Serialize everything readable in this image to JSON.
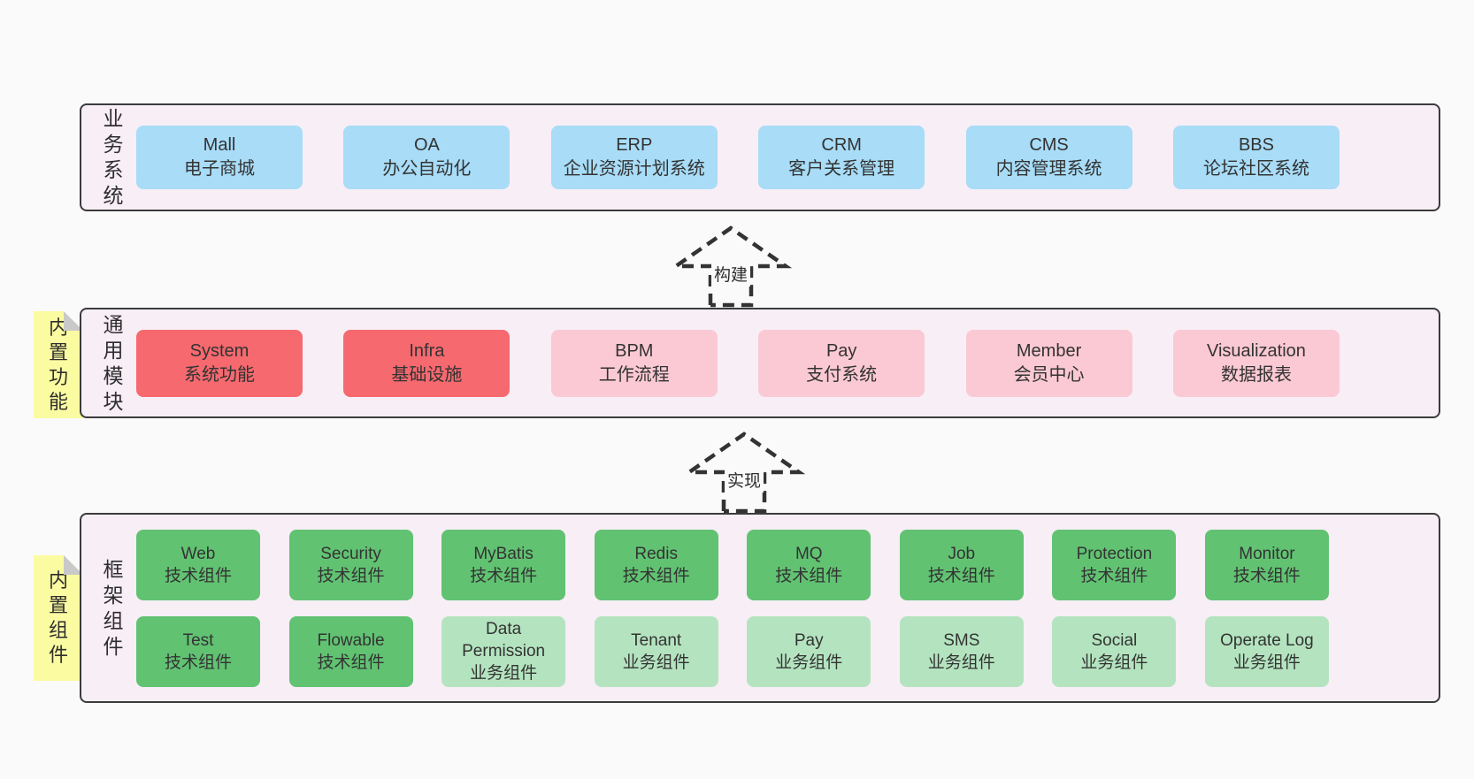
{
  "colors": {
    "page-bg": "#fafafa",
    "band-bg": "#f8eef6",
    "band-border": "#3b3b3b",
    "blue": "#a8dcf7",
    "red": "#f5696f",
    "pink": "#fbc9d4",
    "green": "#61c272",
    "green-light": "#b4e4bf",
    "note-yellow": "#fbfba1",
    "fold-gray": "#c9c9c9",
    "text": "#333333",
    "arrow": "#333333"
  },
  "arrows": [
    {
      "label": "构建"
    },
    {
      "label": "实现"
    }
  ],
  "layers": {
    "business": {
      "label": "业务系统",
      "boxes": [
        {
          "title": "Mall",
          "subtitle": "电子商城",
          "variant": "blue"
        },
        {
          "title": "OA",
          "subtitle": "办公自动化",
          "variant": "blue"
        },
        {
          "title": "ERP",
          "subtitle": "企业资源计划系统",
          "variant": "blue"
        },
        {
          "title": "CRM",
          "subtitle": "客户关系管理",
          "variant": "blue"
        },
        {
          "title": "CMS",
          "subtitle": "内容管理系统",
          "variant": "blue"
        },
        {
          "title": "BBS",
          "subtitle": "论坛社区系统",
          "variant": "blue"
        }
      ]
    },
    "modules": {
      "label": "通用模块",
      "note": "内置功能",
      "boxes": [
        {
          "title": "System",
          "subtitle": "系统功能",
          "variant": "red"
        },
        {
          "title": "Infra",
          "subtitle": "基础设施",
          "variant": "red"
        },
        {
          "title": "BPM",
          "subtitle": "工作流程",
          "variant": "pink"
        },
        {
          "title": "Pay",
          "subtitle": "支付系统",
          "variant": "pink"
        },
        {
          "title": "Member",
          "subtitle": "会员中心",
          "variant": "pink"
        },
        {
          "title": "Visualization",
          "subtitle": "数据报表",
          "variant": "pink"
        }
      ]
    },
    "components": {
      "label": "框架组件",
      "note": "内置组件",
      "rows": [
        [
          {
            "title": "Web",
            "subtitle": "技术组件",
            "variant": "green"
          },
          {
            "title": "Security",
            "subtitle": "技术组件",
            "variant": "green"
          },
          {
            "title": "MyBatis",
            "subtitle": "技术组件",
            "variant": "green"
          },
          {
            "title": "Redis",
            "subtitle": "技术组件",
            "variant": "green"
          },
          {
            "title": "MQ",
            "subtitle": "技术组件",
            "variant": "green"
          },
          {
            "title": "Job",
            "subtitle": "技术组件",
            "variant": "green"
          },
          {
            "title": "Protection",
            "subtitle": "技术组件",
            "variant": "green"
          },
          {
            "title": "Monitor",
            "subtitle": "技术组件",
            "variant": "green"
          }
        ],
        [
          {
            "title": "Test",
            "subtitle": "技术组件",
            "variant": "green"
          },
          {
            "title": "Flowable",
            "subtitle": "技术组件",
            "variant": "green"
          },
          {
            "title": "Data Permission",
            "subtitle": "业务组件",
            "variant": "green-light"
          },
          {
            "title": "Tenant",
            "subtitle": "业务组件",
            "variant": "green-light"
          },
          {
            "title": "Pay",
            "subtitle": "业务组件",
            "variant": "green-light"
          },
          {
            "title": "SMS",
            "subtitle": "业务组件",
            "variant": "green-light"
          },
          {
            "title": "Social",
            "subtitle": "业务组件",
            "variant": "green-light"
          },
          {
            "title": "Operate Log",
            "subtitle": "业务组件",
            "variant": "green-light"
          }
        ]
      ]
    }
  }
}
